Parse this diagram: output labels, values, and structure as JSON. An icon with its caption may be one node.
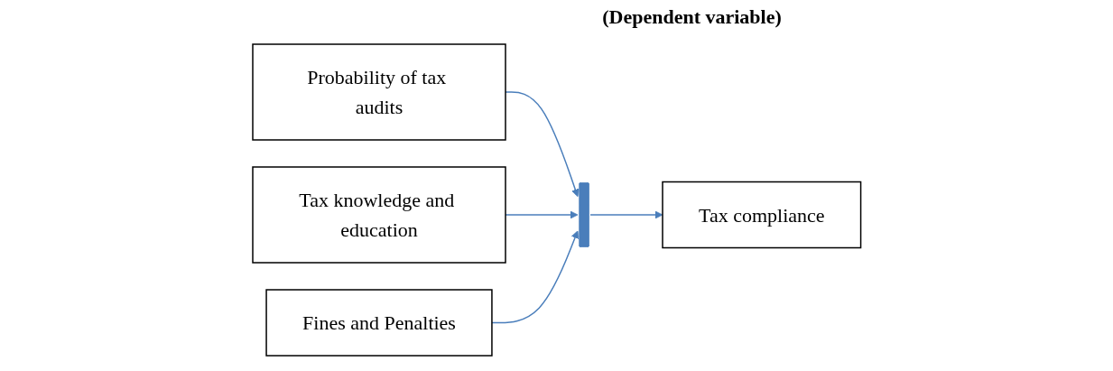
{
  "diagram": {
    "nodes": [
      {
        "text": [
          "Probability of tax audits"
        ]
      },
      {
        "text": [
          "Tax knowledge and education"
        ]
      },
      {
        "text": [
          "Fines and Penalties"
        ]
      },
      {
        "text": [],
        "shape": "bar"
      },
      {
        "text": [
          "Tax compliance"
        ]
      }
    ],
    "edges": [
      {
        "from": 0,
        "to": 3,
        "arrow": "to"
      },
      {
        "from": 1,
        "to": 3,
        "arrow": "to"
      },
      {
        "from": 2,
        "to": 3,
        "arrow": "to"
      },
      {
        "from": 3,
        "to": 4,
        "arrow": "to"
      }
    ],
    "labels": [
      "(Dependent variable)"
    ]
  }
}
